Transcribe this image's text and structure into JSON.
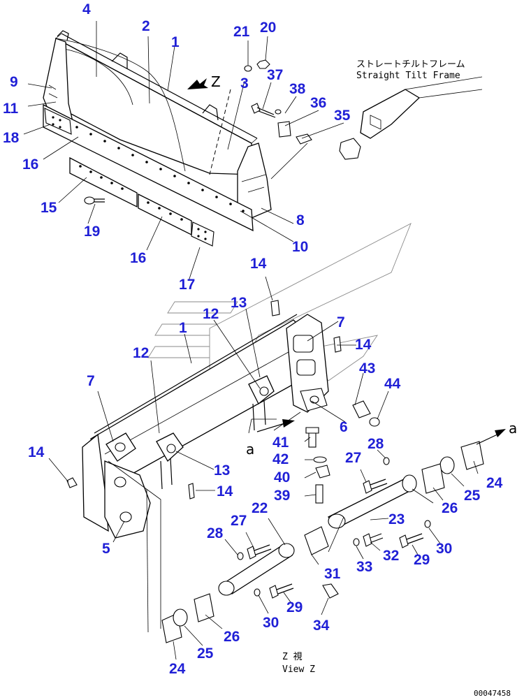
{
  "frame_label_jp": "ストレートチルトフレーム",
  "frame_label_en": "Straight Tilt Frame",
  "view_label_jp": "Z 視",
  "view_label_en": "View Z",
  "view_marker_z": "Z",
  "arrow_marker_a_bottom": "a",
  "arrow_marker_a_right": "a",
  "drawing_number": "00047458",
  "callouts": {
    "c1_top": "1",
    "c2": "2",
    "c3": "3",
    "c4": "4",
    "c8": "8",
    "c9": "9",
    "c10": "10",
    "c11": "11",
    "c15": "15",
    "c16_left": "16",
    "c16_bottom": "16",
    "c17": "17",
    "c18": "18",
    "c19": "19",
    "c20": "20",
    "c21": "21",
    "c35": "35",
    "c36": "36",
    "c37": "37",
    "c38": "38",
    "c14_top": "14",
    "c13_top": "13",
    "c12_top": "12",
    "c7_right": "7",
    "c14_right": "14",
    "c1_lower": "1",
    "c12_left": "12",
    "c43": "43",
    "c44": "44",
    "c7_left": "7",
    "c6": "6",
    "c14_left": "14",
    "c41": "41",
    "c42": "42",
    "c40": "40",
    "c13_mid": "13",
    "c14_mid": "14",
    "c39": "39",
    "c28_right": "28",
    "c27_right": "27",
    "c24_right": "24",
    "c25_right": "25",
    "c26_right": "26",
    "c23": "23",
    "c5": "5",
    "c22": "22",
    "c27_left": "27",
    "c28_left": "28",
    "c31": "31",
    "c32": "32",
    "c33": "33",
    "c29_right": "29",
    "c30_right": "30",
    "c29_left": "29",
    "c30_left": "30",
    "c34": "34",
    "c26_left": "26",
    "c25_left": "25",
    "c24_left": "24"
  }
}
